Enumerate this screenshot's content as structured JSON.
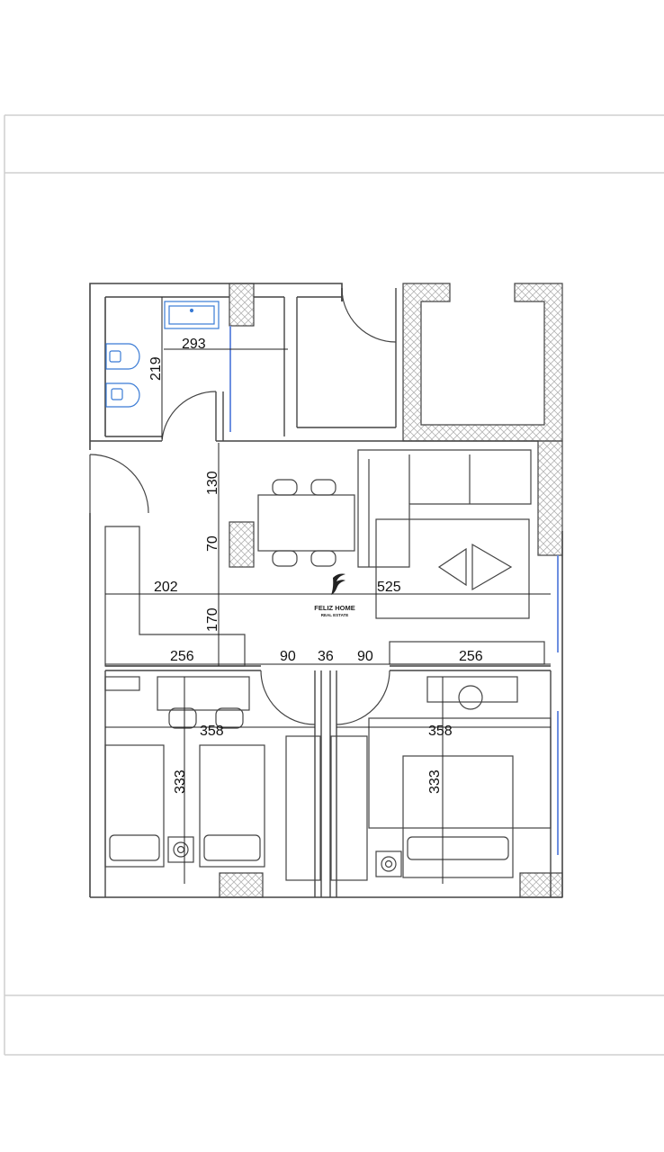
{
  "plan": {
    "dimensions": {
      "bath_width": "293",
      "bath_depth": "219",
      "living_upper": "130",
      "living_middle": "70",
      "living_lower": "170",
      "kitchen_width": "202",
      "living_width": "525",
      "left_room_wall": "256",
      "right_room_wall": "256",
      "door_left": "90",
      "partition": "36",
      "door_right": "90",
      "bedroom_left_width": "358",
      "bedroom_right_width": "358",
      "bedroom_left_depth": "333",
      "bedroom_right_depth": "333"
    },
    "logo": {
      "name": "FELIZ HOME",
      "tagline": "REAL ESTATE"
    }
  },
  "colors": {
    "wall": "#5a5a5a",
    "line": "#333333",
    "fixture_blue": "#3a7bd5",
    "window_blue": "#6d8fe0",
    "hatch": "#b8b8b8"
  }
}
